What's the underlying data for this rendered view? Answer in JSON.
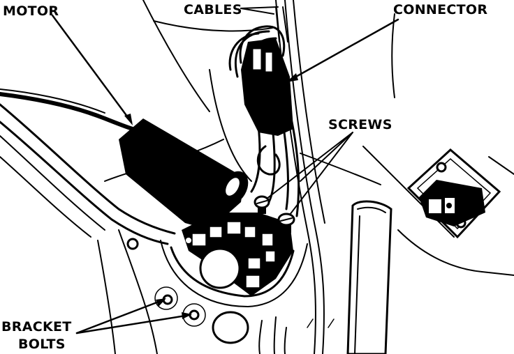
{
  "labels": {
    "motor": "MOTOR",
    "cables": "CABLES",
    "connector": "CONNECTOR",
    "screws": "SCREWS",
    "bracket_line1": "BRACKET",
    "bracket_line2": "BOLTS"
  },
  "colors": {
    "ink": "#000000",
    "paper": "#ffffff"
  }
}
